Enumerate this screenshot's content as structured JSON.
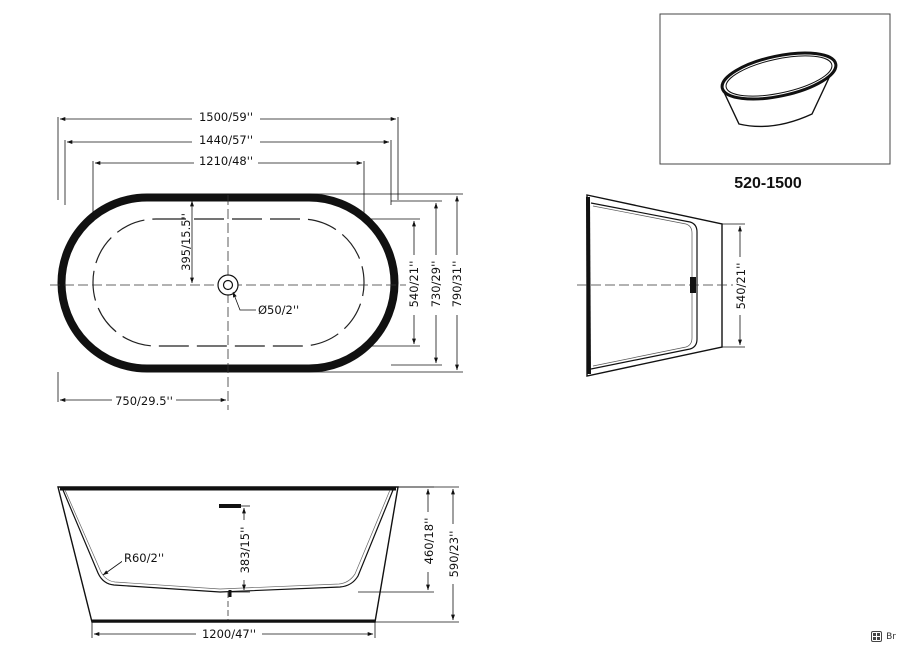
{
  "model_code": "520-1500",
  "top_view": {
    "overall_length": "1500/59''",
    "rim_inner_length": "1440/57''",
    "base_length": "1210/48''",
    "half_length": "750/29.5''",
    "drain_offset": "395/15.5''",
    "drain_diameter": "Ø50/2''",
    "inner_width": "540/21''",
    "rim_inner_width": "730/29''",
    "overall_width": "790/31''"
  },
  "end_view": {
    "inner_width": "540/21''"
  },
  "side_view": {
    "corner_radius": "R60/2''",
    "overflow_height": "383/15''",
    "inner_depth": "460/18''",
    "overall_height": "590/23''",
    "base_length": "1200/47''"
  },
  "badge": {
    "icon": "grid-icon",
    "text": "Br"
  },
  "colors": {
    "line": "#111111",
    "fill_band": "#1a1a1a",
    "bg": "#ffffff"
  }
}
